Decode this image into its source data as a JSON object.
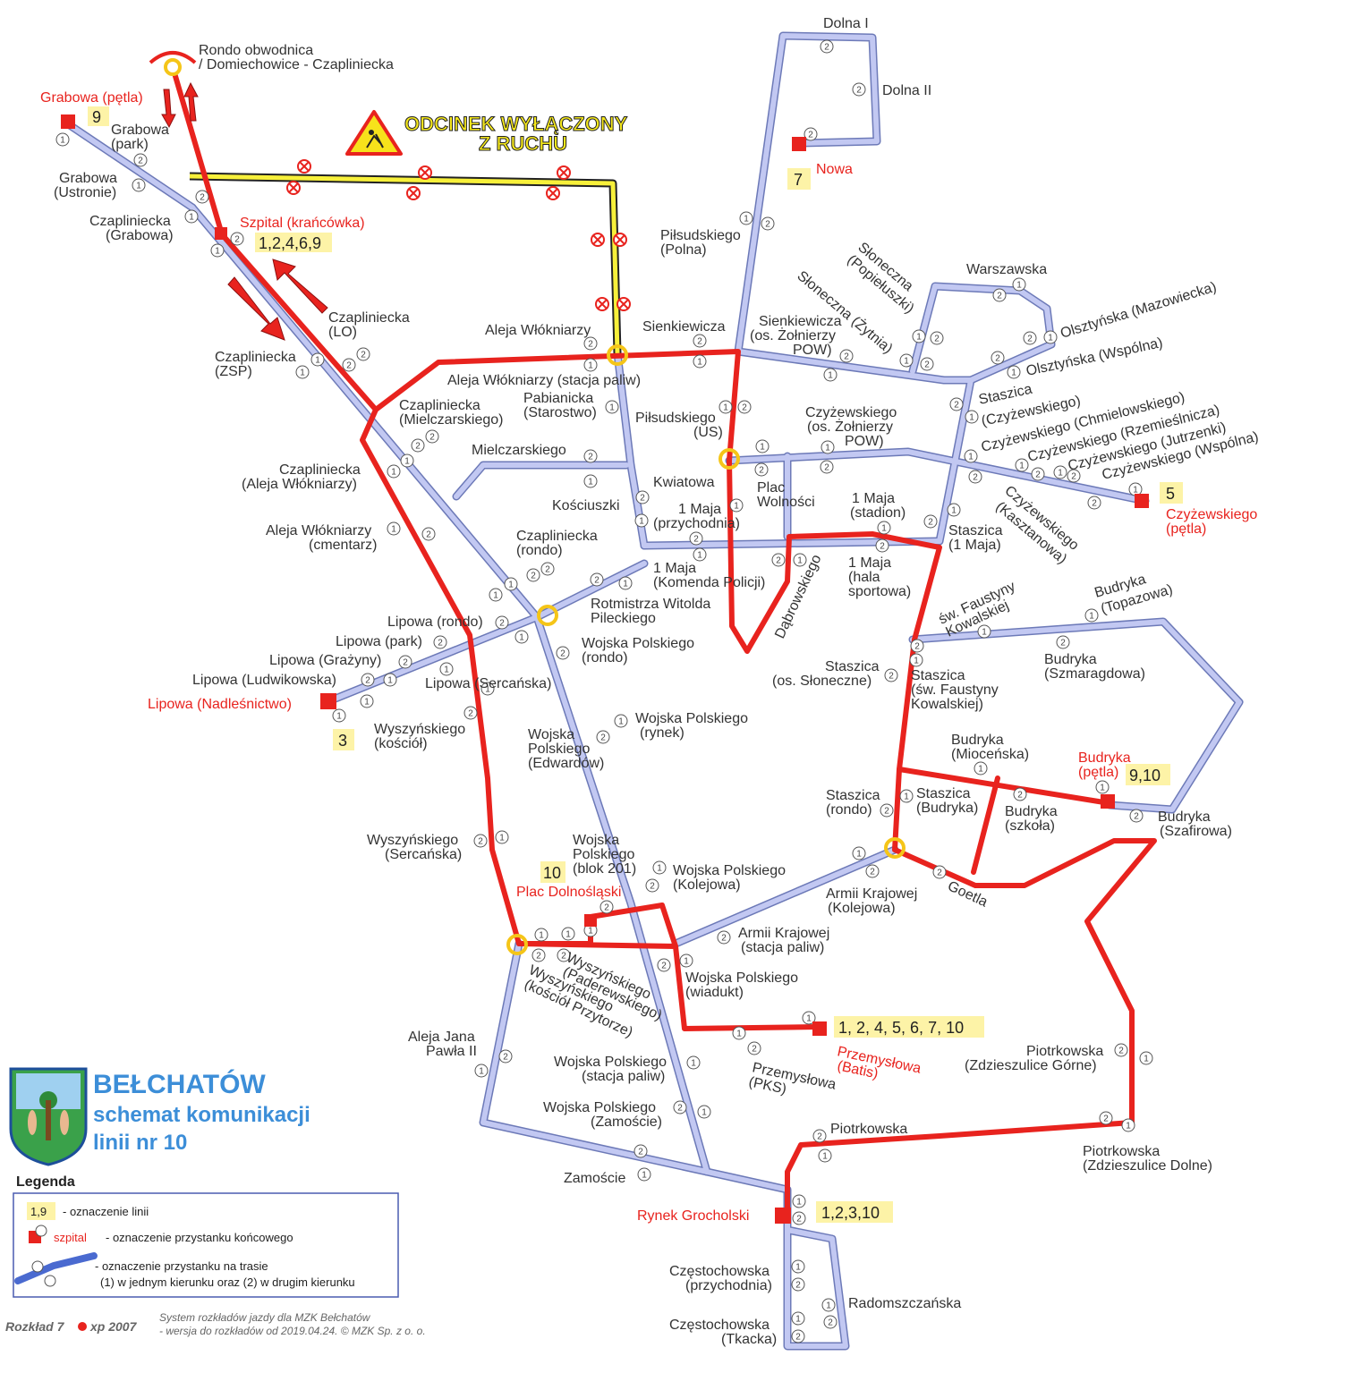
{
  "title": {
    "city": "BEŁCHATÓW",
    "line1": "schemat komunikacji",
    "line2": "linii nr 10"
  },
  "warning": {
    "line1": "ODCINEK WYŁĄCZONY",
    "line2": "Z RUCHU"
  },
  "colors": {
    "route_red": "#e8231e",
    "network": "#b7bdea",
    "closed_yellow": "#f7f03a",
    "badge_bg": "#fdf3a7",
    "title_blue": "#3c8ed8",
    "node_yellow": "#f5c518"
  },
  "terminals": {
    "grabowa": "Grabowa (pętla)",
    "szpital": "Szpital (krańcówka)",
    "nowa": "Nowa",
    "czyzewskiego": "Czyżewskiego",
    "czyzewskiego2": "(pętla)",
    "lipowa": "Lipowa (Nadleśnictwo)",
    "budryka1": "Budryka",
    "budryka2": "(pętla)",
    "plac": "Plac Dolnośląski",
    "przemyslowa1": "Przemysłowa",
    "przemyslowa2": "(Batis)",
    "rynek": "Rynek Grocholski"
  },
  "badges": {
    "grabowa": "9",
    "szpital": "1,2,4,6,9",
    "nowa": "7",
    "czyzewskiego": "5",
    "lipowa": "3",
    "budryka": "9,10",
    "plac": "10",
    "przemyslowa": "1, 2, 4, 5, 6, 7, 10",
    "rynek": "1,2,3,10"
  },
  "stops": {
    "rondo1": "Rondo obwodnica",
    "rondo2": "/ Domiechowice - Czapliniecka",
    "grabowa_park1": "Grabowa",
    "grabowa_park2": "(park)",
    "grabowa_ustr1": "Grabowa",
    "grabowa_ustr2": "(Ustronie)",
    "czap_grab1": "Czapliniecka",
    "czap_grab2": "(Grabowa)",
    "czap_lo1": "Czapliniecka",
    "czap_lo2": "(LO)",
    "czap_zsp1": "Czapliniecka",
    "czap_zsp2": "(ZSP)",
    "aleja_wlok": "Aleja Włókniarzy",
    "aleja_wlok_stacja": "Aleja Włókniarzy (stacja paliw)",
    "czap_miel1": "Czapliniecka",
    "czap_miel2": "(Mielczarskiego)",
    "pabianicka1": "Pabianicka",
    "pabianicka2": "(Starostwo)",
    "mielczarskiego": "Mielczarskiego",
    "czap_aleja1": "Czapliniecka",
    "czap_aleja2": "(Aleja Włókniarzy)",
    "koscius": "Kościuszki",
    "aleja_cment1": "Aleja Włókniarzy",
    "aleja_cment2": "(cmentarz)",
    "czap_rondo1": "Czapliniecka",
    "czap_rondo2": "(rondo)",
    "rotm1": "Rotmistrza Witolda",
    "rotm2": "Pileckiego",
    "lipowa_rondo": "Lipowa (rondo)",
    "lipowa_park": "Lipowa (park)",
    "lipowa_graz": "Lipowa (Grażyny)",
    "lipowa_ludw": "Lipowa (Ludwikowska)",
    "lipowa_serc": "Lipowa (Sercańska)",
    "wp_rondo1": "Wojska Polskiego",
    "wp_rondo2": "(rondo)",
    "wysz_kosc1": "Wyszyńskiego",
    "wysz_kosc2": "(kościół)",
    "wp_edw1": "Wojska",
    "wp_edw2": "Polskiego",
    "wp_edw3": "(Edwardów)",
    "wp_rynek1": "Wojska Polskiego",
    "wp_rynek2": "(rynek)",
    "wysz_serc1": "Wyszyńskiego",
    "wysz_serc2": "(Sercańska)",
    "wp_blok1": "Wojska",
    "wp_blok2": "Polskiego",
    "wp_blok3": "(blok 201)",
    "wp_kol1": "Wojska Polskiego",
    "wp_kol2": "(Kolejowa)",
    "wysz_pad1": "Wyszyńskiego",
    "wysz_pad2": "(Paderewskiego)",
    "wysz_przyt1": "Wyszyńskiego",
    "wysz_przyt2": "(kościół Przytorze)",
    "wp_wiad1": "Wojska Polskiego",
    "wp_wiad2": "(wiadukt)",
    "aleja_jp1": "Aleja Jana",
    "aleja_jp2": "Pawła II",
    "wp_stacja1": "Wojska Polskiego",
    "wp_stacja2": "(stacja paliw)",
    "wp_zam1": "Wojska Polskiego",
    "wp_zam2": "(Zamoście)",
    "zamoscie": "Zamoście",
    "przem_pks1": "Przemysłowa",
    "przem_pks2": "(PKS)",
    "armii_stacja1": "Armii Krajowej",
    "armii_stacja2": "(stacja paliw)",
    "armii_kol1": "Armii Krajowej",
    "armii_kol2": "(Kolejowa)",
    "goetla": "Goetla",
    "piotrkowska": "Piotrkowska",
    "piotr_zg1": "Piotrkowska",
    "piotr_zg2": "(Zdzieszulice Górne)",
    "piotr_zd1": "Piotrkowska",
    "piotr_zd2": "(Zdzieszulice Dolne)",
    "czest_przych1": "Częstochowska",
    "czest_przych2": "(przychodnia)",
    "czest_tkacka1": "Częstochowska",
    "czest_tkacka2": "(Tkacka)",
    "radom": "Radomszczańska",
    "dolna1": "Dolna I",
    "dolna2": "Dolna II",
    "pils_polna1": "Piłsudskiego",
    "pils_polna2": "(Polna)",
    "sienk": "Sienkiewicza",
    "sienk_pow1": "Sienkiewicza",
    "sienk_pow2": "(os. Żołnierzy",
    "sienk_pow3": "POW)",
    "slon_pop1": "Słoneczna",
    "slon_pop2": "(Popiełuszki)",
    "slon_zyt": "Słoneczna (Żytnia)",
    "warszawska": "Warszawska",
    "olsz_maz": "Olsztyńska (Mazowiecka)",
    "olsz_wsp": "Olsztyńska (Wspólna)",
    "staszica_czyz1": "Staszica",
    "staszica_czyz2": "(Czyżewskiego)",
    "czyz_chm": "Czyżewskiego (Chmielowskiego)",
    "czyz_rzem": "Czyżewskiego (Rzemieślnicza)",
    "czyz_jutr": "Czyżewskiego (Jutrzenki)",
    "czyz_wsp": "Czyżewskiego (Wspólna)",
    "czyz_kaszt1": "Czyżewskiego",
    "czyz_kaszt2": "(Kasztanowa)",
    "pils_us1": "Piłsudskiego",
    "pils_us2": "(US)",
    "czyz_pow1": "Czyżewskiego",
    "czyz_pow2": "(os. Żołnierzy",
    "czyz_pow3": "POW)",
    "kwiatowa": "Kwiatowa",
    "plac_woln1": "Plac",
    "plac_woln2": "Wolności",
    "maja_przych1": "1 Maja",
    "maja_przych2": "(przychodnia)",
    "maja_stadion1": "1 Maja",
    "maja_stadion2": "(stadion)",
    "staszica_maja1": "Staszica",
    "staszica_maja2": "(1 Maja)",
    "maja_policja1": "1 Maja",
    "maja_policja2": "(Komenda Policji)",
    "dabrowskiego": "Dąbrowskiego",
    "maja_hala1": "1 Maja",
    "maja_hala2": "(hala",
    "maja_hala3": "sportowa)",
    "faust_kow1": "św. Faustyny",
    "faust_kow2": "Kowalskiej",
    "budryka_top1": "Budryka",
    "budryka_top2": "(Topazowa)",
    "budryka_szm1": "Budryka",
    "budryka_szm2": "(Szmaragdowa)",
    "staszica_slon1": "Staszica",
    "staszica_slon2": "(os. Słoneczne)",
    "staszica_faust1": "Staszica",
    "staszica_faust2": "(św. Faustyny",
    "staszica_faust3": "Kowalskiej)",
    "budryka_mioc1": "Budryka",
    "budryka_mioc2": "(Mioceńska)",
    "staszica_rondo1": "Staszica",
    "staszica_rondo2": "(rondo)",
    "staszica_bud1": "Staszica",
    "staszica_bud2": "(Budryka)",
    "budryka_szk1": "Budryka",
    "budryka_szk2": "(szkoła)",
    "budryka_szaf1": "Budryka",
    "budryka_szaf2": "(Szafirowa)"
  },
  "legend": {
    "title": "Legenda",
    "badge_sample": "1,9",
    "badge_desc": "- oznaczenie linii",
    "term_sample": "szpital",
    "term_desc": "- oznaczenie przystanku końcowego",
    "stop_desc1": "- oznaczenie przystanku na trasie",
    "stop_desc2": "(1) w jednym kierunku oraz (2) w drugim kierunku"
  },
  "footer": {
    "left_a": "Rozkład 7",
    "left_b": "xp 2007",
    "right1": "System rozkładów jazdy dla MZK Bełchatów",
    "right2": "- wersja do rozkładów od 2019.04.24.  © MZK Sp. z o. o."
  }
}
